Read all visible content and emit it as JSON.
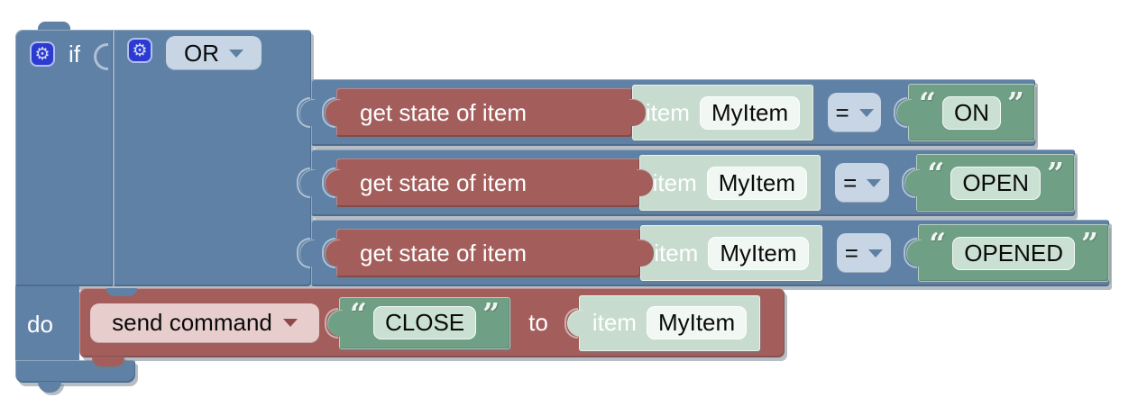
{
  "workspace": {
    "background": "#ffffff"
  },
  "palette": {
    "block_blue": "#5F81A5",
    "block_red": "#A35E5C",
    "block_green": "#6F9F85",
    "block_mint": "#C7DCCF",
    "field_light_blue": "#C7D5E4",
    "field_pink": "#E8CDCD",
    "field_white": "#F1F7F2",
    "field_light_green": "#C9E0D2",
    "gear_button_blue": "#2B3BD2",
    "shadow_gray": "#6E7C8A"
  },
  "if_block": {
    "if_label": "if",
    "do_label": "do"
  },
  "or_block": {
    "operator": "OR"
  },
  "conditions": [
    {
      "function_label": "get state of item",
      "item_label": "item",
      "item_name": "MyItem",
      "comparator": "=",
      "value": "ON"
    },
    {
      "function_label": "get state of item",
      "item_label": "item",
      "item_name": "MyItem",
      "comparator": "=",
      "value": "OPEN"
    },
    {
      "function_label": "get state of item",
      "item_label": "item",
      "item_name": "MyItem",
      "comparator": "=",
      "value": "OPENED"
    }
  ],
  "action": {
    "command_label": "send command",
    "value": "CLOSE",
    "to_label": "to",
    "item_label": "item",
    "item_name": "MyItem"
  },
  "symbols": {
    "gear": "⚙",
    "quote_open": "“",
    "quote_close": "”"
  }
}
